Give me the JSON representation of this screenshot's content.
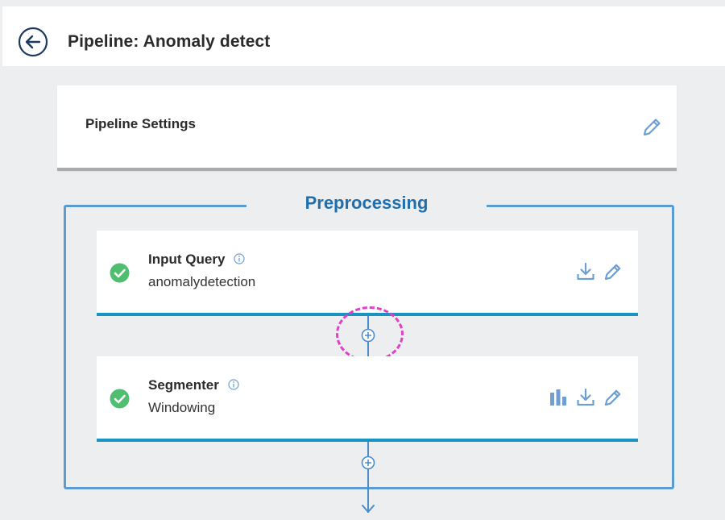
{
  "header": {
    "title": "Pipeline: Anomaly detect",
    "back_icon": "arrow-left-circle-icon"
  },
  "settings": {
    "title": "Pipeline Settings",
    "edit_icon": "pencil-icon"
  },
  "group": {
    "title": "Preprocessing"
  },
  "steps": [
    {
      "name": "Input Query",
      "subtitle": "anomalydetection",
      "status": "complete",
      "actions": [
        "download-icon",
        "pencil-icon"
      ]
    },
    {
      "name": "Segmenter",
      "subtitle": "Windowing",
      "status": "complete",
      "actions": [
        "bar-chart-icon",
        "download-icon",
        "pencil-icon"
      ]
    }
  ],
  "colors": {
    "accent": "#1f6fae",
    "frame": "#5b9bd0",
    "success": "#4fbf6f",
    "card_underline": "#1794c2",
    "highlight": "#e040c8",
    "icon": "#6f9ed0"
  }
}
